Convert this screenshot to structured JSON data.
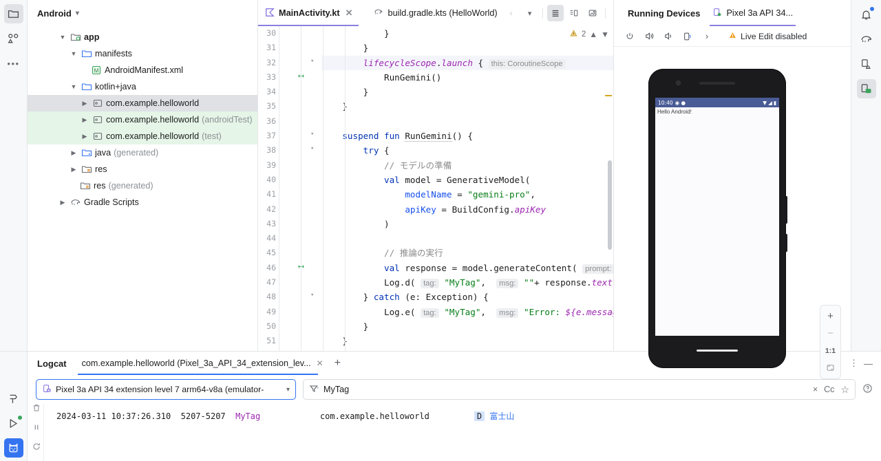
{
  "left_strip": [
    {
      "name": "project-tool-window",
      "icon": "folder-icon",
      "selected": true
    },
    {
      "name": "structure-tool-window",
      "icon": "structure-icon",
      "selected": false
    },
    {
      "name": "more-tool-windows",
      "icon": "ellipsis-icon",
      "selected": false
    }
  ],
  "left_strip_bottom": [
    {
      "name": "build-tool-window",
      "icon": "hammer-icon",
      "selected": false
    },
    {
      "name": "run-tool-window",
      "icon": "run-icon",
      "selected": false
    },
    {
      "name": "logcat-tool-window",
      "icon": "logcat-cat-icon",
      "selected": true
    }
  ],
  "right_strip": [
    {
      "name": "notifications",
      "icon": "bell-icon",
      "badge": true
    },
    {
      "name": "gradle",
      "icon": "gradle-elephant-icon",
      "badge": false
    },
    {
      "name": "device-manager",
      "icon": "device-manager-icon",
      "badge": false
    },
    {
      "name": "running-devices",
      "icon": "running-devices-icon",
      "badge": false,
      "selected": true
    }
  ],
  "project": {
    "title": "Android",
    "tree": [
      {
        "depth": 0,
        "arrow": "v",
        "icon": "module-folder-icon",
        "label": "app",
        "dim": "",
        "state": "none",
        "bold": true
      },
      {
        "depth": 1,
        "arrow": "v",
        "icon": "folder-blue-icon",
        "label": "manifests",
        "dim": "",
        "state": "none"
      },
      {
        "depth": 2,
        "arrow": "",
        "icon": "manifest-xml-icon",
        "label": "AndroidManifest.xml",
        "dim": "",
        "state": "none"
      },
      {
        "depth": 1,
        "arrow": "v",
        "icon": "folder-blue-icon",
        "label": "kotlin+java",
        "dim": "",
        "state": "none"
      },
      {
        "depth": 2,
        "arrow": ">",
        "icon": "package-icon",
        "label": "com.example.helloworld",
        "dim": "",
        "state": "selected"
      },
      {
        "depth": 2,
        "arrow": ">",
        "icon": "package-icon",
        "label": "com.example.helloworld",
        "dim": "(androidTest)",
        "state": "green"
      },
      {
        "depth": 2,
        "arrow": ">",
        "icon": "package-icon",
        "label": "com.example.helloworld",
        "dim": "(test)",
        "state": "green"
      },
      {
        "depth": 1,
        "arrow": ">",
        "icon": "folder-generated-icon",
        "label": "java",
        "dim": "(generated)",
        "state": "none"
      },
      {
        "depth": 1,
        "arrow": ">",
        "icon": "folder-res-icon",
        "label": "res",
        "dim": "",
        "state": "none"
      },
      {
        "depth": 1,
        "arrow": "",
        "icon": "folder-res-icon",
        "label": "res",
        "dim": "(generated)",
        "state": "none"
      },
      {
        "depth": 0,
        "arrow": ">",
        "icon": "gradle-elephant-icon",
        "label": "Gradle Scripts",
        "dim": "",
        "state": "none"
      }
    ]
  },
  "editor": {
    "tabs": [
      {
        "label": "MainActivity.kt",
        "icon": "kotlin-file-icon",
        "active": true,
        "closable": true
      },
      {
        "label": "build.gradle.kts (HelloWorld)",
        "icon": "gradle-file-icon",
        "active": false,
        "closable": false
      }
    ],
    "toolbar_icons": [
      "back-chevron-icon",
      "chevron-down-icon",
      "editor-mode-icon",
      "split-mode-icon",
      "design-mode-icon",
      "more-vertical-icon"
    ],
    "inspection": {
      "warning_count": "2",
      "icon": "warning-triangle-icon",
      "up": "⌃",
      "down": "⌄"
    },
    "first_line_number": 30,
    "lines": [
      {
        "n": 30,
        "fold": "",
        "mark": "",
        "hl": false,
        "html": "            }"
      },
      {
        "n": 31,
        "fold": "",
        "mark": "",
        "hl": false,
        "html": "        }"
      },
      {
        "n": 32,
        "fold": "v",
        "mark": "",
        "hl": true,
        "html": "        <span class='kp'>lifecycleScope</span>.<span class='kp'>launch</span> { <span class='hint'>this: CoroutineScope</span>"
      },
      {
        "n": 33,
        "fold": "",
        "mark": "gemini",
        "hl": false,
        "html": "            RunGemini()"
      },
      {
        "n": 34,
        "fold": "",
        "mark": "",
        "hl": false,
        "html": "        }"
      },
      {
        "n": 35,
        "fold": "",
        "mark": "",
        "hl": false,
        "html": "    }"
      },
      {
        "n": 36,
        "fold": "",
        "mark": "",
        "hl": false,
        "html": ""
      },
      {
        "n": 37,
        "fold": "v",
        "mark": "",
        "hl": false,
        "html": "    <span class='k'>suspend fun</span> <span class='wavy'>RunGemini</span>() {"
      },
      {
        "n": 38,
        "fold": "v",
        "mark": "",
        "hl": false,
        "html": "        <span class='k'>try</span> {"
      },
      {
        "n": 39,
        "fold": "",
        "mark": "",
        "hl": false,
        "html": "            <span class='cm'>// モデルの準備</span>"
      },
      {
        "n": 40,
        "fold": "",
        "mark": "",
        "hl": false,
        "html": "            <span class='k'>val</span> model = GenerativeModel("
      },
      {
        "n": 41,
        "fold": "",
        "mark": "",
        "hl": false,
        "html": "                <span class='fn'>modelName</span> = <span class='s'>\"gemini-pro\"</span>,"
      },
      {
        "n": 42,
        "fold": "",
        "mark": "",
        "hl": false,
        "html": "                <span class='fn'>apiKey</span> = BuildConfig.<span class='kp'>apiKey</span>"
      },
      {
        "n": 43,
        "fold": "",
        "mark": "",
        "hl": false,
        "html": "            )"
      },
      {
        "n": 44,
        "fold": "",
        "mark": "",
        "hl": false,
        "html": ""
      },
      {
        "n": 45,
        "fold": "",
        "mark": "",
        "hl": false,
        "html": "            <span class='cm'>// 推論の実行</span>"
      },
      {
        "n": 46,
        "fold": "",
        "mark": "gemini",
        "hl": false,
        "html": "            <span class='k'>val</span> response = model.generateContent( <span class='hint'>prompt:</span> <span class='s'>\"日本—</span>"
      },
      {
        "n": 47,
        "fold": "",
        "mark": "",
        "hl": false,
        "html": "            Log.d( <span class='hint'>tag:</span> <span class='s'>\"MyTag\"</span>,  <span class='hint'>msg:</span> <span class='s'>\"\"</span>+ response.<span class='kp'>text</span>)"
      },
      {
        "n": 48,
        "fold": "v",
        "mark": "",
        "hl": false,
        "html": "        } <span class='k'>catch</span> (e: Exception) {"
      },
      {
        "n": 49,
        "fold": "",
        "mark": "",
        "hl": false,
        "html": "            Log.e( <span class='hint'>tag:</span> <span class='s'>\"MyTag\"</span>,  <span class='hint'>msg:</span> <span class='s'>\"Error: <span class='kp'>${e.message}</span>\"</span>, e)"
      },
      {
        "n": 50,
        "fold": "",
        "mark": "",
        "hl": false,
        "html": "        }"
      },
      {
        "n": 51,
        "fold": "",
        "mark": "",
        "hl": false,
        "html": "    }"
      }
    ]
  },
  "devices": {
    "title": "Running Devices",
    "tab_label": "Pixel 3a API 34...",
    "tab_icon": "device-running-icon",
    "toolbar_icons": [
      "power-icon",
      "volume-up-icon",
      "volume-down-icon",
      "rotate-icon",
      "chevron-right-icon"
    ],
    "live_edit": {
      "label": "Live Edit disabled",
      "icon": "warning-triangle-icon"
    },
    "screen": {
      "clock": "10:40",
      "app_text": "Hello Android!",
      "status_icons": [
        "wifi-icon",
        "signal-icon",
        "battery-icon"
      ]
    },
    "zoom_controls": [
      {
        "name": "zoom-in-button",
        "label": "+"
      },
      {
        "name": "zoom-out-button",
        "label": "−"
      },
      {
        "name": "zoom-actual-button",
        "label": "1:1"
      },
      {
        "name": "zoom-fit-button",
        "label": "⬚"
      }
    ]
  },
  "logcat": {
    "title": "Logcat",
    "tab_label": "com.example.helloworld (Pixel_3a_API_34_extension_lev...",
    "add_tab": "+",
    "panel_icons": [
      "more-vertical-icon",
      "minimize-icon"
    ],
    "device_selector": {
      "value": "Pixel 3a API 34 extension level 7 arm64-v8a (emulator-",
      "icon": "device-icon",
      "chevron": "⌄"
    },
    "filter": {
      "icon": "filter-icon",
      "value": "MyTag",
      "clear": "×",
      "match_case": "Cc",
      "favorite": "☆"
    },
    "help_icon": "help-circle-icon",
    "toolbar_left_icons": [
      "trash-icon",
      "pause-icon",
      "restart-icon"
    ],
    "columns": [
      "timestamp",
      "pid",
      "tag",
      "package",
      "level",
      "message"
    ],
    "rows": [
      {
        "timestamp": "2024-03-11 10:37:26.310",
        "pid": "5207-5207",
        "tag": "MyTag",
        "package": "com.example.helloworld",
        "level": "D",
        "message": "富士山"
      }
    ]
  },
  "colors": {
    "accent_blue": "#3574f0",
    "tab_underline_purple": "#8a7fe0",
    "selection_grey": "#dfe1e5",
    "test_green": "#e5f5e7",
    "warning_amber": "#e8a33d"
  }
}
